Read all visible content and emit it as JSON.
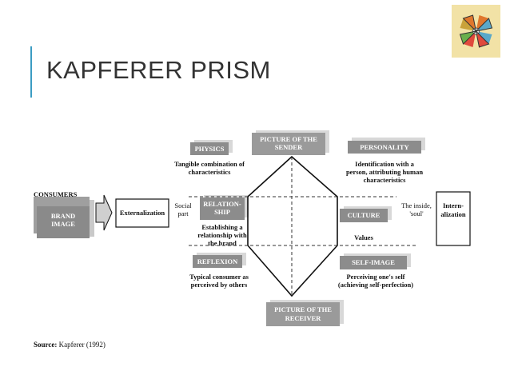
{
  "slide": {
    "title": "KAPFERER PRISM",
    "accent_color": "#3b9cc3",
    "logo_icon": "colorful-pinwheel-logo"
  },
  "diagram": {
    "picture_sender": [
      "PICTURE OF THE",
      "SENDER"
    ],
    "picture_receiver": [
      "PICTURE OF THE",
      "RECEIVER"
    ],
    "physics": {
      "label": "PHYSICS",
      "desc": [
        "Tangible combination of",
        "characteristics"
      ]
    },
    "personality": {
      "label": "PERSONALITY",
      "desc": [
        "Identification with a",
        "person, attributing human",
        "characteristics"
      ]
    },
    "relationship": {
      "label": [
        "RELATION-",
        "SHIP"
      ],
      "desc": [
        "Establishing a",
        "relationship with",
        "the brand"
      ]
    },
    "culture": {
      "label": "CULTURE",
      "desc": "Values"
    },
    "reflexion": {
      "label": "REFLEXION",
      "desc": [
        "Typical consumer as",
        "perceived by others"
      ]
    },
    "self_image": {
      "label": "SELF-IMAGE",
      "desc": [
        "Perceiving one's self",
        "(achieving self-perfection)"
      ]
    },
    "consumers": "CONSUMERS",
    "brand_image": [
      "BRAND",
      "IMAGE"
    ],
    "externalization": "Externalization",
    "internalization": [
      "Intern-",
      "alization"
    ],
    "social_part": [
      "Social",
      "part"
    ],
    "inside_soul": [
      "The inside,",
      "'soul'"
    ]
  },
  "source": {
    "label": "Source:",
    "text": "Kapferer (1992)"
  }
}
